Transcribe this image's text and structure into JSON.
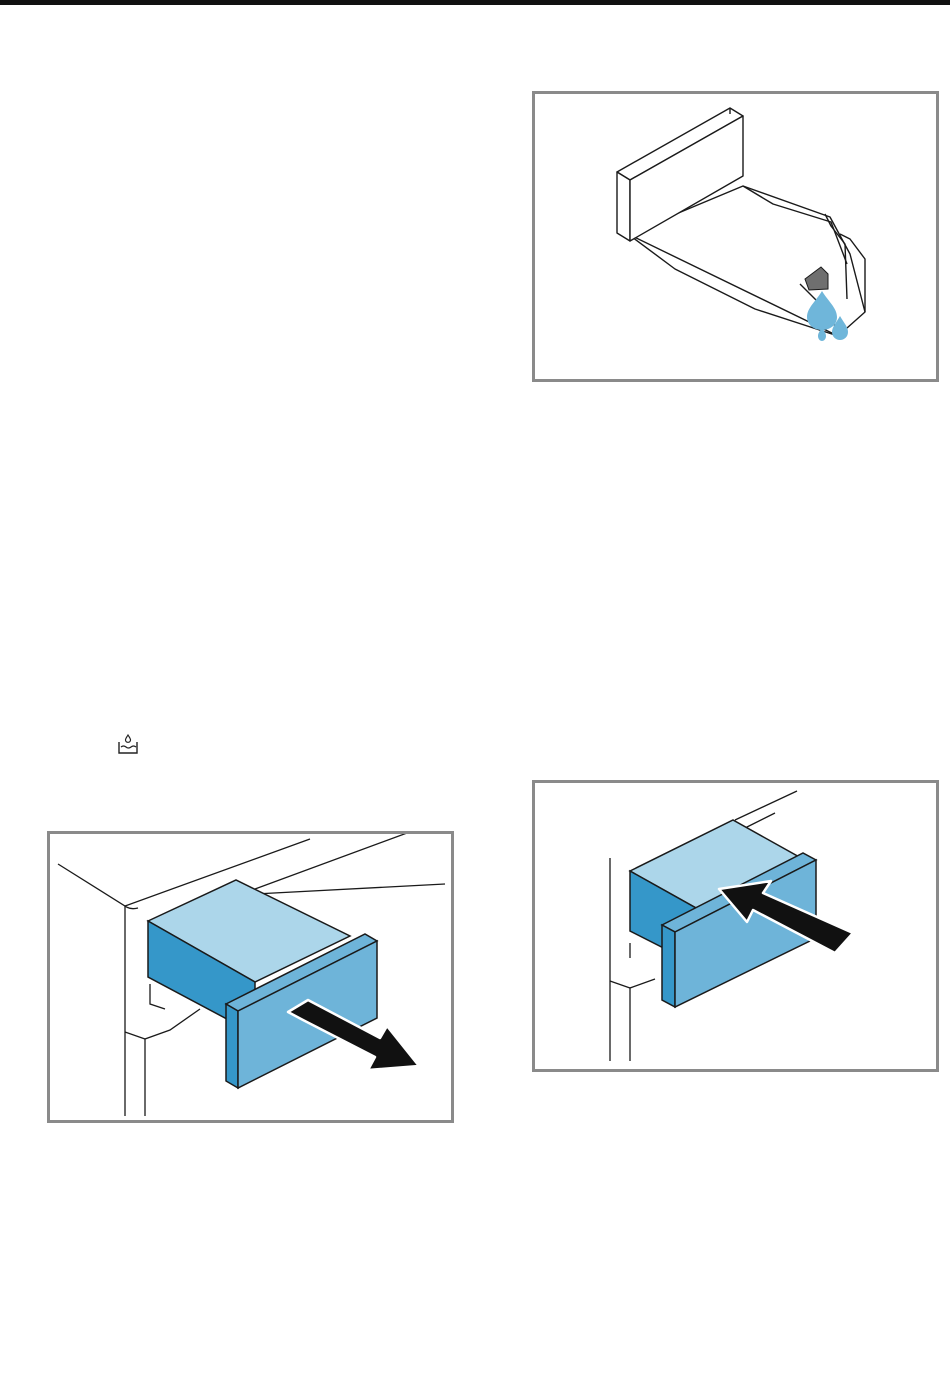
{
  "page": {
    "background": "#ffffff",
    "rule_color": "#111111"
  },
  "figures": [
    {
      "id": "fig-drip",
      "icon": "dispenser-insert-dripping-water",
      "water_color": "#6fb6da",
      "flap_color": "#6f6f6f"
    },
    {
      "id": "fig-pull",
      "icon": "pull-out-detergent-drawer",
      "drawer_top": "#acd6ea",
      "drawer_side": "#3597c9",
      "drawer_front": "#6eb4d9"
    },
    {
      "id": "fig-push",
      "icon": "push-in-detergent-drawer",
      "drawer_top": "#acd6ea",
      "drawer_side": "#3597c9",
      "drawer_front": "#6eb4d9"
    }
  ],
  "symbol": {
    "icon": "water-tub-icon"
  },
  "frame_border": "#8a8a8a"
}
